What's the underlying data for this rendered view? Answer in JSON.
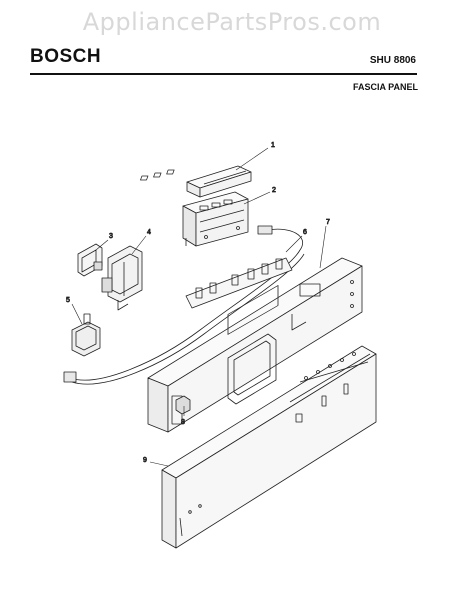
{
  "header": {
    "watermark": "AppliancePartsPros.com",
    "brand": "BOSCH",
    "model": "SHU 8806",
    "section_title": "FASCIA PANEL"
  },
  "diagram": {
    "callouts": [
      "1",
      "2",
      "3",
      "4",
      "5",
      "6",
      "7",
      "8",
      "9"
    ]
  }
}
